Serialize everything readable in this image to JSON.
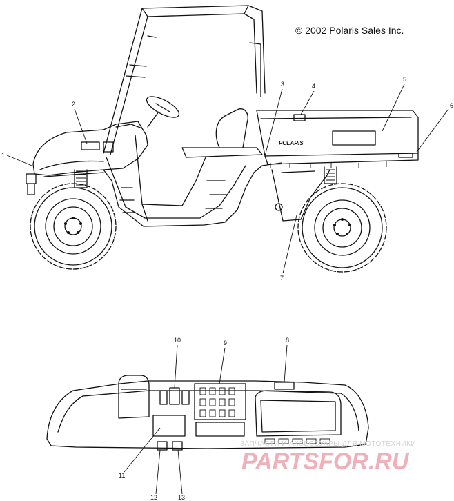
{
  "copyright": "© 2002 Polaris Sales Inc.",
  "brand_decal": "POLARIS",
  "callouts": [
    "1",
    "2",
    "3",
    "4",
    "5",
    "6",
    "7",
    "8",
    "9",
    "10",
    "11",
    "12",
    "13"
  ],
  "watermark": {
    "line": "ЗАПЧАСТИ И АКСЕССУАРЫ ДЛЯ МОТОТЕХНИКИ",
    "logo": "PARTSFOR.RU"
  },
  "colors": {
    "ink": "#111111",
    "background": "#ffffff",
    "watermark_logo": "#efb0b9",
    "watermark_text": "#d3d3d3"
  }
}
